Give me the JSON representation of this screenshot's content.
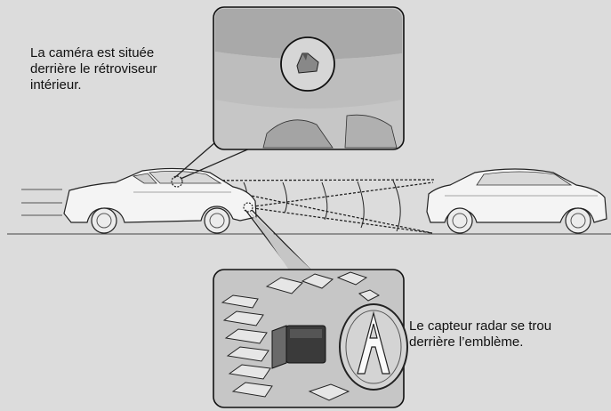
{
  "camera_caption": {
    "line1": "La caméra est située",
    "line2": "derrière le rétroviseur",
    "line3": "intérieur."
  },
  "radar_caption": {
    "line1": "Le capteur radar se trou",
    "line2": "derrière l’emblème."
  },
  "colors": {
    "background": "#dcdcdc",
    "inset_fill": "#c6c6c6",
    "outline": "#111111",
    "car_body": "#f4f4f4"
  },
  "icons": [
    "host-car-illustration",
    "target-car-illustration",
    "camera-detail-inset",
    "radar-emblem-detail-inset",
    "acura-emblem-icon"
  ]
}
